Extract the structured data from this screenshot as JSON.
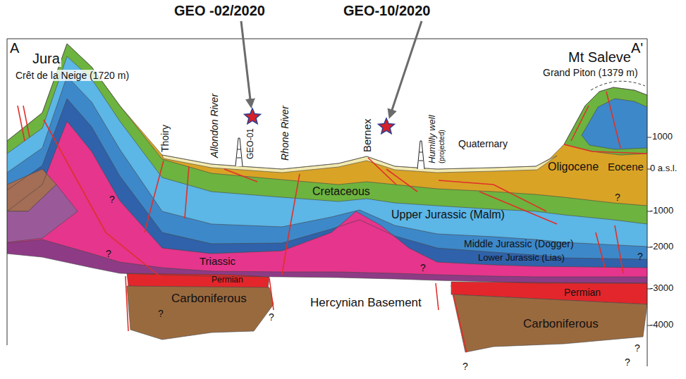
{
  "diagram": {
    "labels": [
      "GEO -02/2020",
      "GEO-10/2020",
      "A",
      "A'",
      "Jura",
      "Crêt de la Neige (1720 m)",
      "Thoiry",
      "Allondon River",
      "GEO-01",
      "Rhone River",
      "Bernex",
      "Humilly well",
      "(projected)",
      "Quaternary",
      "Mt Saleve",
      "Grand Piton (1379 m)",
      "1000",
      "0 a.s.l.",
      "-1000",
      "-2000",
      "-3000",
      "-4000",
      "Oligocene",
      "Eocene",
      "Cretaceous",
      "Upper Jurassic (Malm)",
      "Middle Jurassic (Dogger)",
      "Lower Jurassic (Lias)",
      "Triassic",
      "Permian",
      "Carboniferous",
      "Hercynian Basement",
      "Permian",
      "Carboniferous",
      "?",
      "?",
      "?",
      "?",
      "?",
      "?",
      "?",
      "?",
      "?",
      "?"
    ]
  }
}
